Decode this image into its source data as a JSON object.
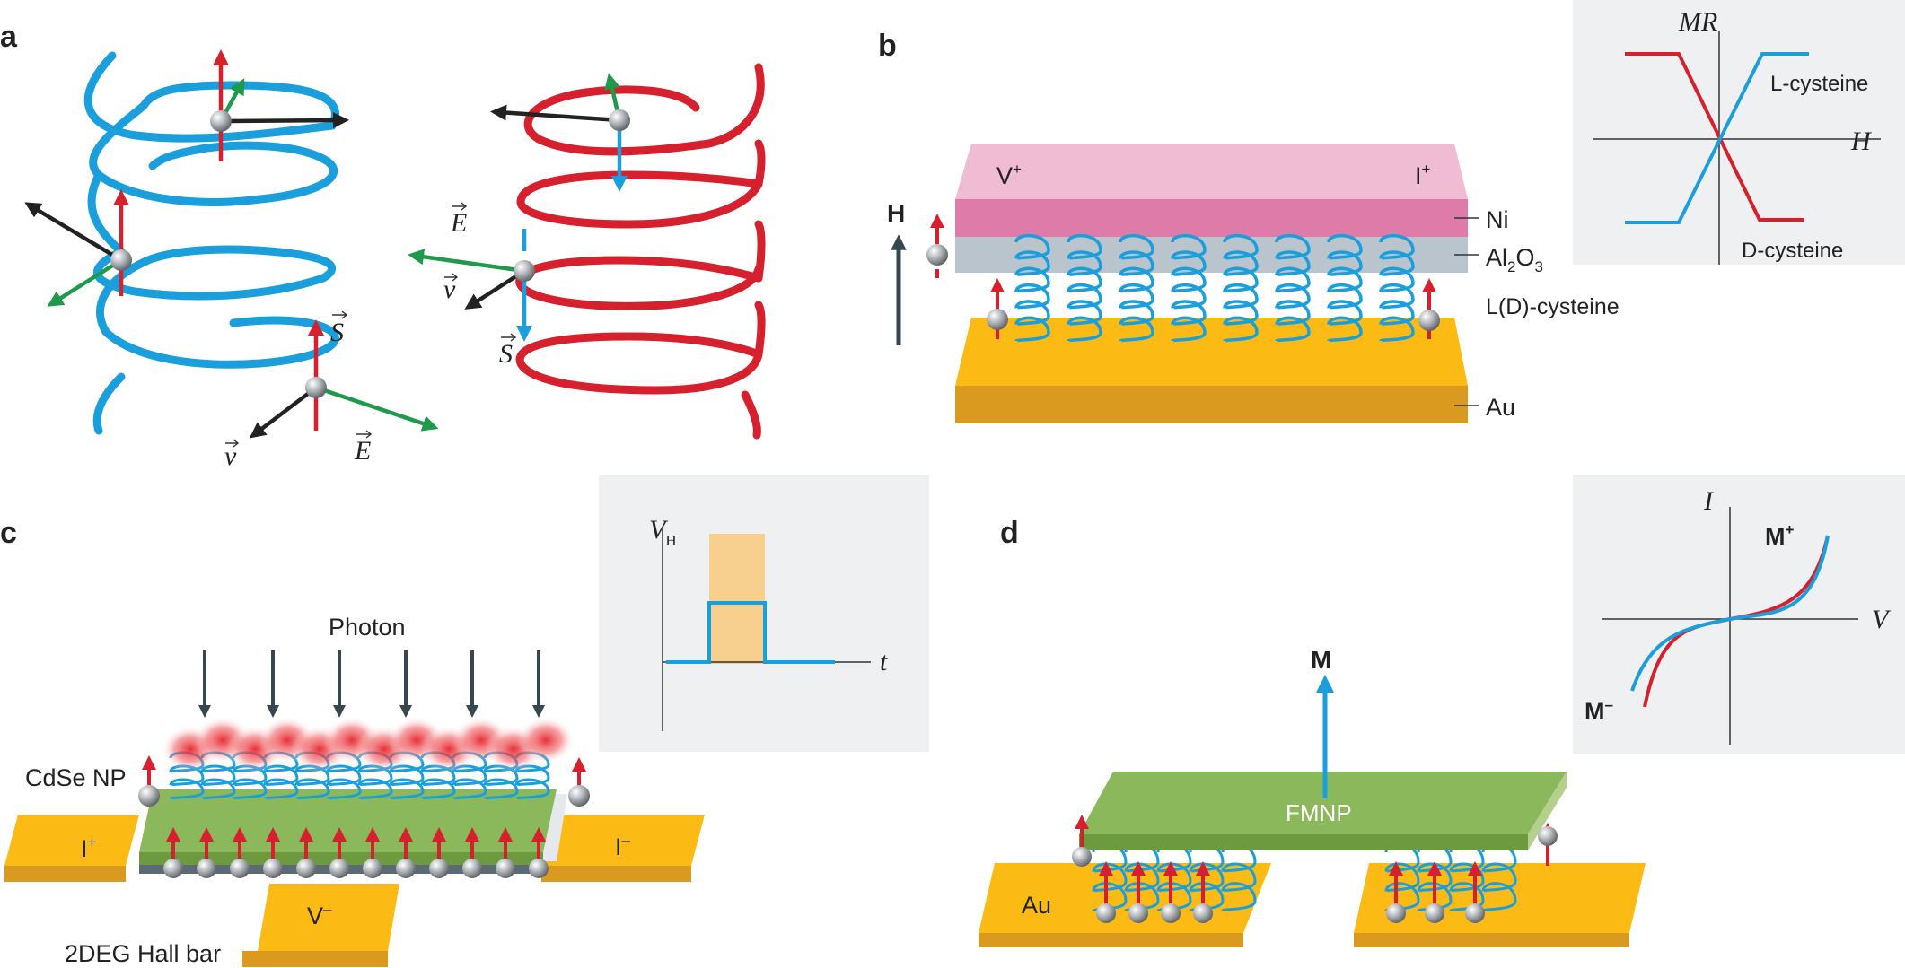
{
  "panels": {
    "a": "a",
    "b": "b",
    "c": "c",
    "d": "d"
  },
  "colors": {
    "helix_left": "#1a9fdc",
    "helix_right": "#d7202d",
    "spin_red": "#d7202d",
    "spin_blue": "#1a9fdc",
    "field_green": "#1e9a4a",
    "ni": "#de7ba8",
    "ni_top": "#efbcd3",
    "al2o3": "#b9c4cc",
    "au": "#fbbb14",
    "au_side": "#d99a1f",
    "fmnp": "#8cb85c",
    "fmnp_side": "#6d9a3e",
    "inset_bg": "#eef0f2",
    "pulse_fill": "#f7d08f"
  },
  "panel_a": {
    "spin_label": "S",
    "velocity_label": "v",
    "field_label": "E"
  },
  "panel_b": {
    "v_plus": "V",
    "i_plus": "I",
    "plus_sup": "+",
    "field_label": "H",
    "ni": "Ni",
    "al_prefix": "Al",
    "al_sub": "2",
    "o_mid": "O",
    "o_sub": "3",
    "cysteine": "L(D)-cysteine",
    "au": "Au",
    "inset": {
      "y_axis": "MR",
      "x_axis": "H",
      "l_curve": "L-cysteine",
      "d_curve": "D-cysteine"
    }
  },
  "panel_c": {
    "photon": "Photon",
    "cdse": "CdSe NP",
    "i_plus": "I",
    "plus_sup": "+",
    "i_minus": "I",
    "minus_sup": "–",
    "v_minus": "V",
    "hall_bar": "2DEG Hall bar",
    "inset": {
      "y_axis": "V",
      "y_sub": "H",
      "x_axis": "t"
    }
  },
  "panel_d": {
    "m_label": "M",
    "fmnp": "FMNP",
    "au": "Au",
    "inset": {
      "y_axis": "I",
      "x_axis": "V",
      "m_plus": "M",
      "plus_sup": "+",
      "m_minus": "M",
      "minus_sup": "–"
    }
  }
}
